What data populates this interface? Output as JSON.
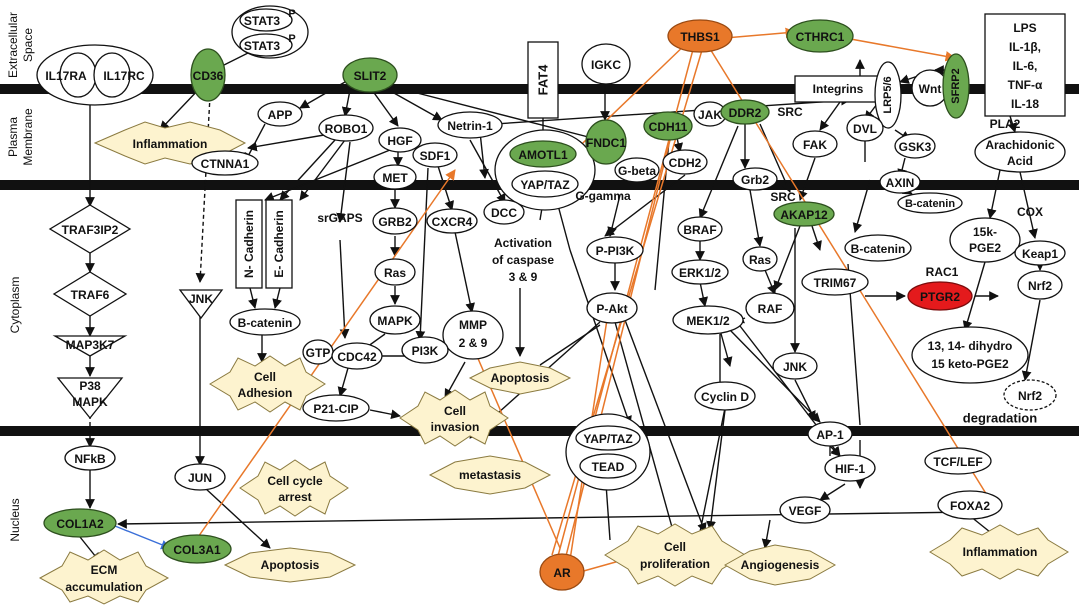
{
  "zones": {
    "extracellular": [
      "Extracellular",
      "Space"
    ],
    "membrane": [
      "Plasma",
      "Membrane"
    ],
    "cytoplasm": "Cytoplasm",
    "nucleus": "Nucleus"
  },
  "nodes": {
    "il17ra": "IL17RA",
    "il17rc": "IL17RC",
    "cd36": "CD36",
    "stat3_a": "STAT3",
    "stat3_b": "STAT3",
    "p_mark": "P",
    "slit2": "SLIT2",
    "app": "APP",
    "inflammation_1": "Inflammation",
    "ctnna1": "CTNNA1",
    "robo1": "ROBO1",
    "hgf": "HGF",
    "netrin1": "Netrin-1",
    "fat4": "FAT4",
    "igkc": "IGKC",
    "thbs1": "THBS1",
    "cthrc1": "CTHRC1",
    "lps_box": [
      "LPS",
      "IL-1β,",
      "IL-6,",
      "TNF-α",
      "IL-18"
    ],
    "integrins": "Integrins",
    "lrp56": "LRP5/6",
    "wnt": "Wnt",
    "sfrp2": "SFRP2",
    "sdf1": "SDF1",
    "met": "MET",
    "amotl1": "AMOTL1",
    "fndc1": "FNDC1",
    "cdh11": "CDH11",
    "ddr2": "DDR2",
    "jak": "JAK",
    "src_1": "SRC",
    "fak": "FAK",
    "dvl": "DVL",
    "gsk3": "GSK3",
    "axin": "AXIN",
    "pla2": "PLA2",
    "arachidonic": [
      "Arachidonic",
      "Acid"
    ],
    "yap_taz_1": "YAP/TAZ",
    "cdh2": "CDH2",
    "gbeta": "G-beta",
    "ggamma": "G-gamma",
    "grb2_1": "Grb2",
    "src_2": "SRC",
    "akap12": "AKAP12",
    "bcatenin_1": "B-catenin",
    "traf3ip2": "TRAF3IP2",
    "n_cadherin": "N- Cadherin",
    "e_cadherin": "E- Cadherin",
    "srgaps": "srGAPS",
    "grb2_2": "GRB2",
    "cxcr4": "CXCR4",
    "dcc": "DCC",
    "caspase": [
      "Activation",
      "of caspase",
      "3 & 9"
    ],
    "ppi3k": "P-PI3K",
    "braf": "BRAF",
    "ras_1": "Ras",
    "bcatenin_2": "B-catenin",
    "pge2_15k": [
      "15k-",
      "PGE2"
    ],
    "cox": "COX",
    "keap1": "Keap1",
    "nrf2_1": "Nrf2",
    "rac1": "RAC1",
    "traf6": "TRAF6",
    "jnk_1": "JNK",
    "bcatenin_3": "B-catenin",
    "ras_2": "Ras",
    "mapk": "MAPK",
    "mmp": [
      "MMP",
      "2 & 9"
    ],
    "pakt": "P-Akt",
    "erk12": "ERK1/2",
    "mek12": "MEK1/2",
    "raf": "RAF",
    "trim67": "TRIM67",
    "ptgr2": "PTGR2",
    "map3k7": "MAP3K7",
    "gtp": "GTP",
    "cdc42": "CDC42",
    "pi3k": "PI3K",
    "cell_adhesion": [
      "Cell",
      "Adhesion"
    ],
    "apoptosis_1": "Apoptosis",
    "dihydro": [
      "13, 14- dihydro",
      "15 keto-PGE2"
    ],
    "p38": [
      "P38",
      "MAPK"
    ],
    "p21": "P21-CIP",
    "cell_invasion": [
      "Cell",
      "invasion"
    ],
    "cyclin_d": "Cyclin D",
    "jnk_2": "JNK",
    "nrf2_2": "Nrf2",
    "degradation": "degradation",
    "nfkb": "NFkB",
    "jun": "JUN",
    "cell_cycle": [
      "Cell cycle",
      "arrest"
    ],
    "metastasis": "metastasis",
    "yap_taz_2": "YAP/TAZ",
    "tead": "TEAD",
    "ap1": "AP-1",
    "hif1": "HIF-1",
    "tcf_lef": "TCF/LEF",
    "col1a2": "COL1A2",
    "col3a1": "COL3A1",
    "ecm": [
      "ECM",
      "accumulation"
    ],
    "apoptosis_2": "Apoptosis",
    "ar": "AR",
    "cell_prolif": [
      "Cell",
      "proliferation"
    ],
    "angiogenesis": "Angiogenesis",
    "vegf": "VEGF",
    "foxa2": "FOXA2",
    "inflammation_2": "Inflammation"
  },
  "colors": {
    "upregulated": "#6aa84f",
    "orange_node": "#e8782a",
    "red_node": "#e41a1c",
    "process_fill": "#fdf3cf",
    "membrane_bar": "#111111"
  }
}
